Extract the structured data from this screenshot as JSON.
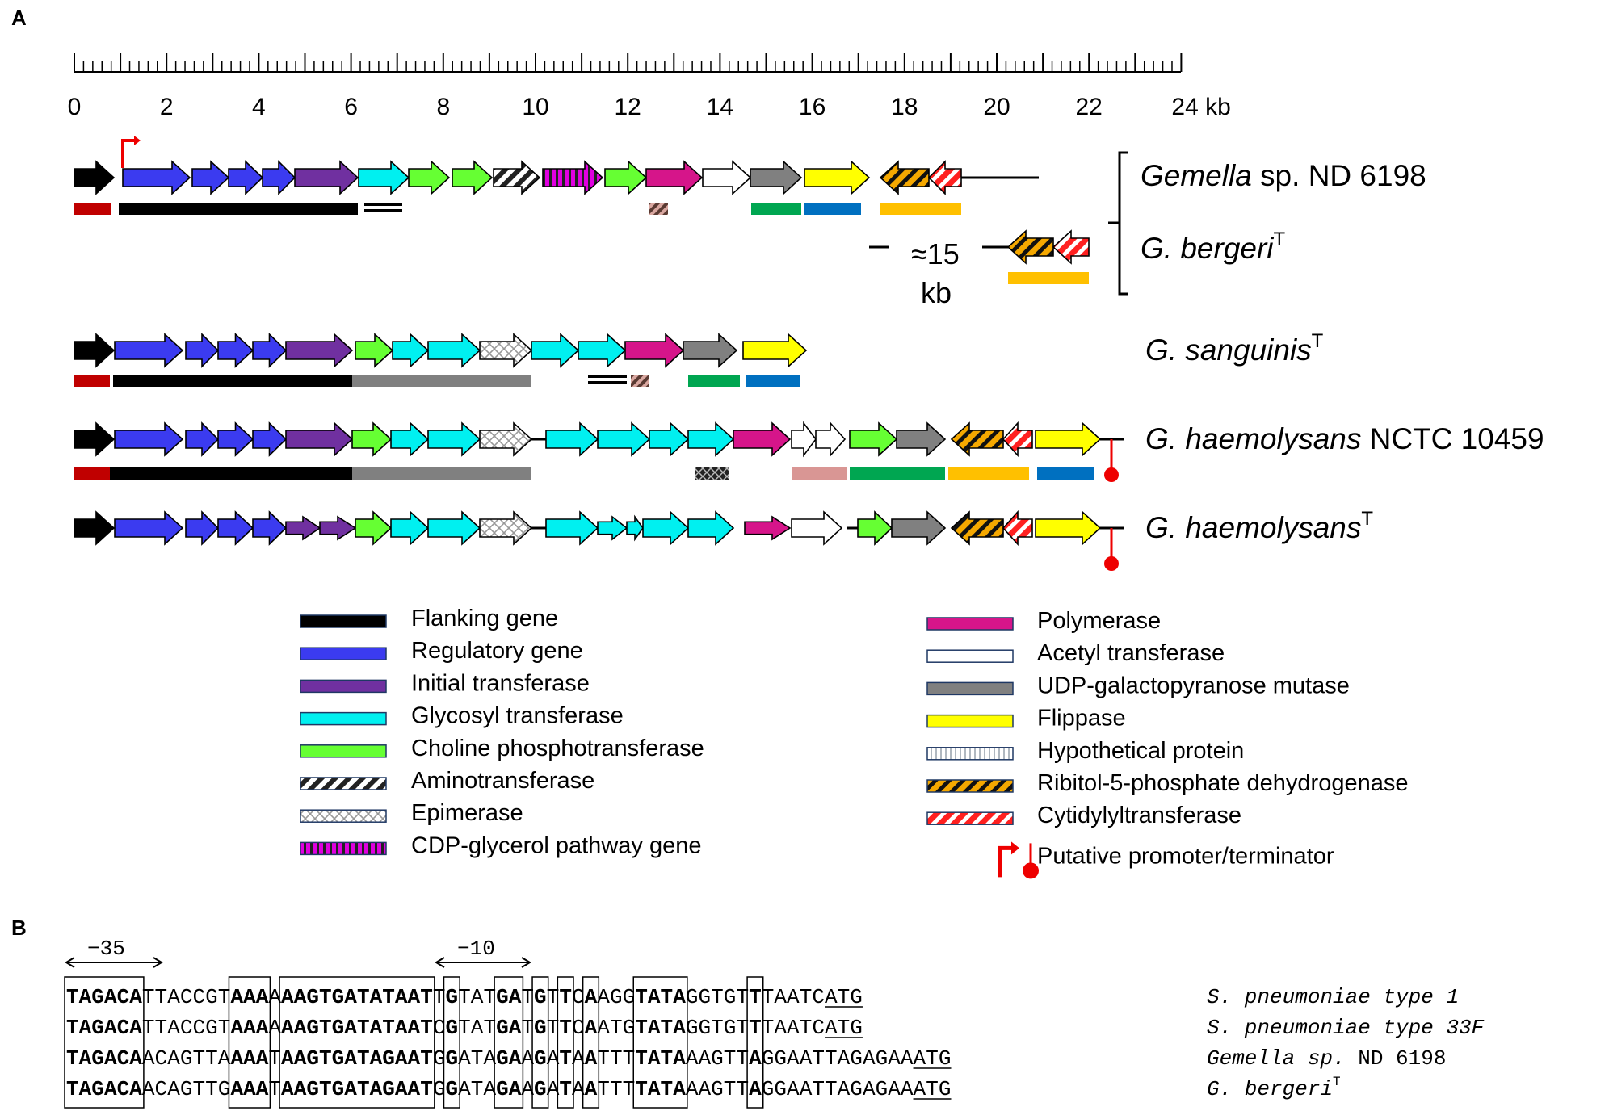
{
  "panels": {
    "a": "A",
    "b": "B"
  },
  "scale": {
    "ticks": [
      "0",
      "2",
      "4",
      "6",
      "8",
      "10",
      "12",
      "14",
      "16",
      "18",
      "20",
      "22",
      "24 kb"
    ],
    "max_kb": 24
  },
  "operons": [
    {
      "name": "Gemella sp. ND 6198",
      "italic": "Gemella",
      "rest": " sp. ND 6198",
      "sup": ""
    },
    {
      "name": "G. bergeri T",
      "italic": "G. bergeri",
      "rest": "",
      "sup": "T"
    },
    {
      "name": "G. sanguinis T",
      "italic": "G. sanguinis",
      "rest": "",
      "sup": "T"
    },
    {
      "name": "G. haemolysans NCTC 10459",
      "italic": "G. haemolysans",
      "rest": " NCTC 10459",
      "sup": ""
    },
    {
      "name": "G. haemolysans T",
      "italic": "G. haemolysans",
      "rest": "",
      "sup": "T"
    }
  ],
  "gap_label": {
    "line1": "≈15",
    "line2": "kb"
  },
  "legend": {
    "left": [
      {
        "label": "Flanking gene",
        "fill": "solid",
        "color": "#000000"
      },
      {
        "label": "Regulatory gene",
        "fill": "solid",
        "color": "#3b3bf0"
      },
      {
        "label": "Initial transferase",
        "fill": "solid",
        "color": "#7030a0"
      },
      {
        "label": "Glycosyl transferase",
        "fill": "solid",
        "color": "#00f0f0"
      },
      {
        "label": "Choline phosphotransferase",
        "fill": "solid",
        "color": "#66ff33"
      },
      {
        "label": "Aminotransferase",
        "fill": "hatch-black",
        "color": "#000000"
      },
      {
        "label": "Epimerase",
        "fill": "cross",
        "color": "#aaaaaa"
      },
      {
        "label": "CDP-glycerol pathway gene",
        "fill": "vstripe",
        "color": "#e000e0"
      }
    ],
    "right": [
      {
        "label": "Polymerase",
        "fill": "solid",
        "color": "#d6158a"
      },
      {
        "label": "Acetyl transferase",
        "fill": "solid",
        "color": "#ffffff"
      },
      {
        "label": "UDP-galactopyranose mutase",
        "fill": "solid",
        "color": "#808080"
      },
      {
        "label": "Flippase",
        "fill": "solid",
        "color": "#ffff00"
      },
      {
        "label": "Hypothetical protein",
        "fill": "vlight",
        "color": "#c8c8c8"
      },
      {
        "label": "Ribitol-5-phosphate dehydrogenase",
        "fill": "hatch-orange",
        "color": "#f5a800"
      },
      {
        "label": "Cytidylyltransferase",
        "fill": "hatch-red",
        "color": "#ff2020"
      },
      {
        "label": "Putative promoter/terminator",
        "fill": "symbol",
        "color": "#ee0000"
      }
    ]
  },
  "sequences": {
    "minus35": "−35",
    "minus10": "−10",
    "rows": [
      {
        "seq": "TAGACATTACCGTAAAAAAGTGATATAATTGTATGATGTTCAAGGTATAGGTGTTTAATCATG",
        "org_italic": "S. pneumoniae type 1",
        "org_rest": "",
        "sup": ""
      },
      {
        "seq": "TAGACATTACCGTAAAAAAGTGATATAATCGTATGATGTTCAATGTATAGGTGTTTAATCATG",
        "org_italic": "S. pneumoniae type 33F",
        "org_rest": "",
        "sup": ""
      },
      {
        "seq": "TAGACAACAGTTAAAATAAGTGATAGAATGGATAGAAGATAATTTTATAAAGTTAGGAATTAGAGAAATG",
        "org_italic": "Gemella sp.",
        "org_rest": " ND 6198",
        "sup": ""
      },
      {
        "seq": "TAGACAACAGTTGAAATAAGTGATAGAATGGATAGAAGATAATTTTATAAAGTTAGGAATTAGAGAAATG",
        "org_italic": "G. bergeri",
        "org_rest": "",
        "sup": "T"
      }
    ]
  }
}
